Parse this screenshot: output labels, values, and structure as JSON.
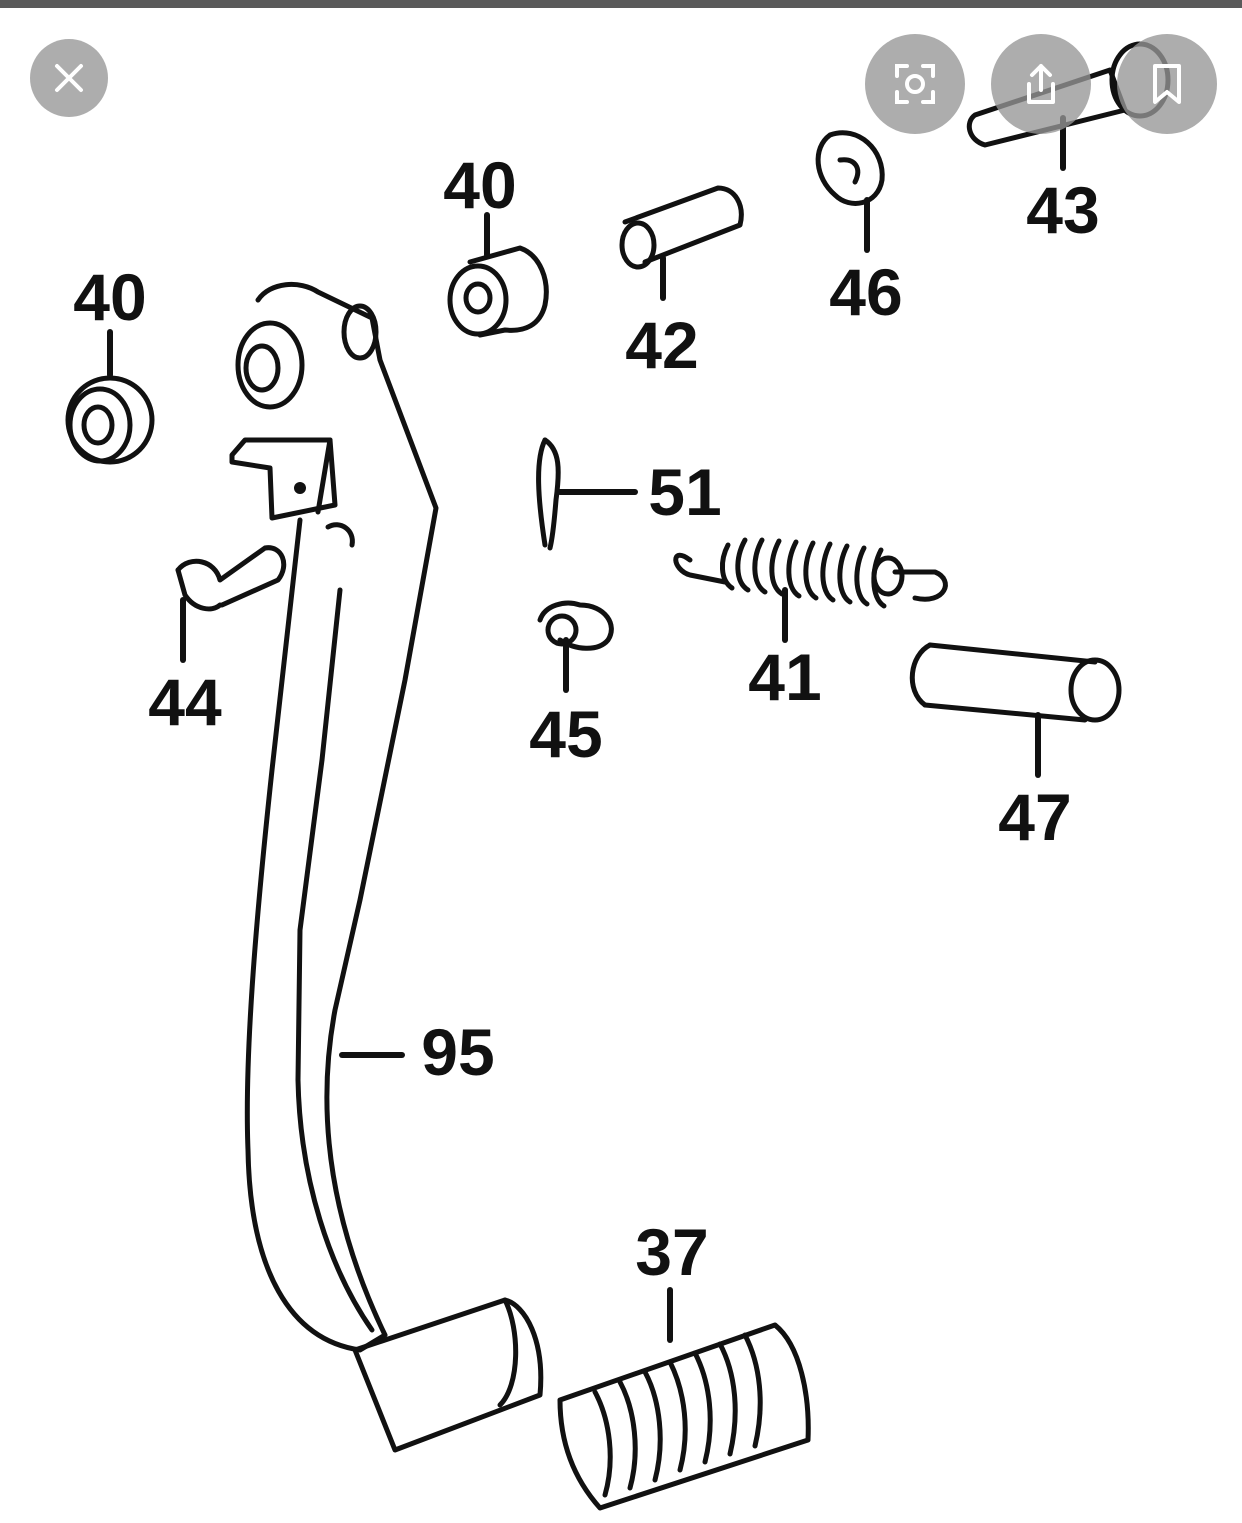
{
  "toolbar": {
    "close_icon": "close-icon",
    "lens_icon": "image-search-icon",
    "share_icon": "share-icon",
    "bookmark_icon": "bookmark-icon",
    "overlay_color": "#969696"
  },
  "diagram": {
    "line_color": "#111111",
    "background": "#ffffff",
    "callouts": [
      "40",
      "40",
      "43",
      "42",
      "46",
      "51",
      "44",
      "41",
      "45",
      "47",
      "95",
      "37"
    ]
  }
}
